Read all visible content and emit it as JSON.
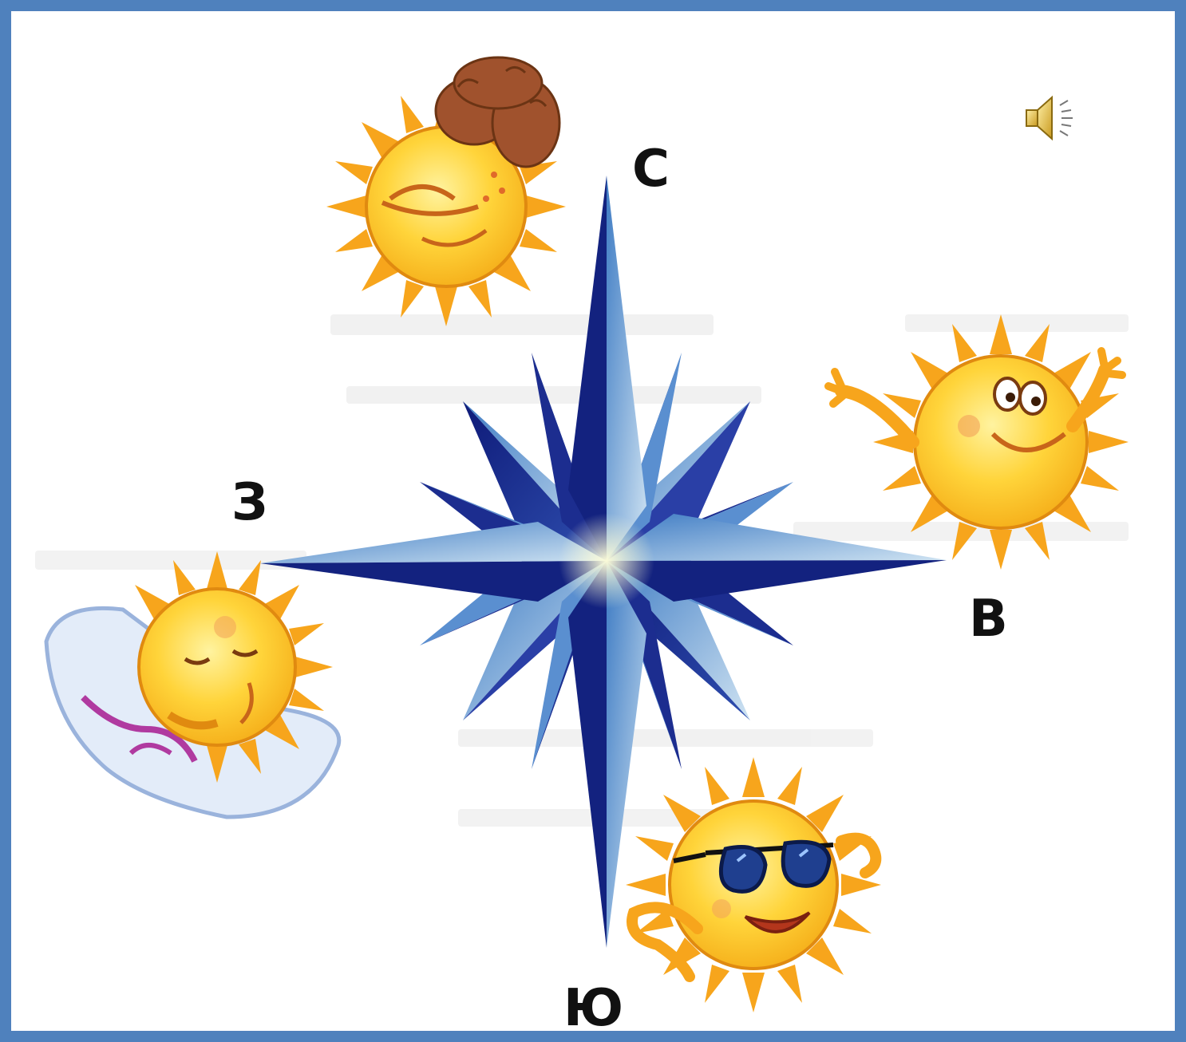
{
  "directions": {
    "north": "С",
    "west": "З",
    "east": "В",
    "south": "Ю"
  },
  "icons": {
    "speaker": "speaker-icon",
    "compass": "compass-rose-icon",
    "sun_north": "sun-with-fur-hat-icon",
    "sun_east": "waving-sun-icon",
    "sun_west": "sleeping-sun-on-pillow-icon",
    "sun_south": "sun-with-sunglasses-icon"
  },
  "colors": {
    "frame": "#4f81bd",
    "star_dark": "#1a2a8c",
    "star_light": "#6fa3d8",
    "sun_body": "#ffd43a",
    "sun_rays": "#f7a51c",
    "hat": "#a0522d",
    "pillow": "#dfe8f7",
    "glasses": "#1f3f8f"
  }
}
